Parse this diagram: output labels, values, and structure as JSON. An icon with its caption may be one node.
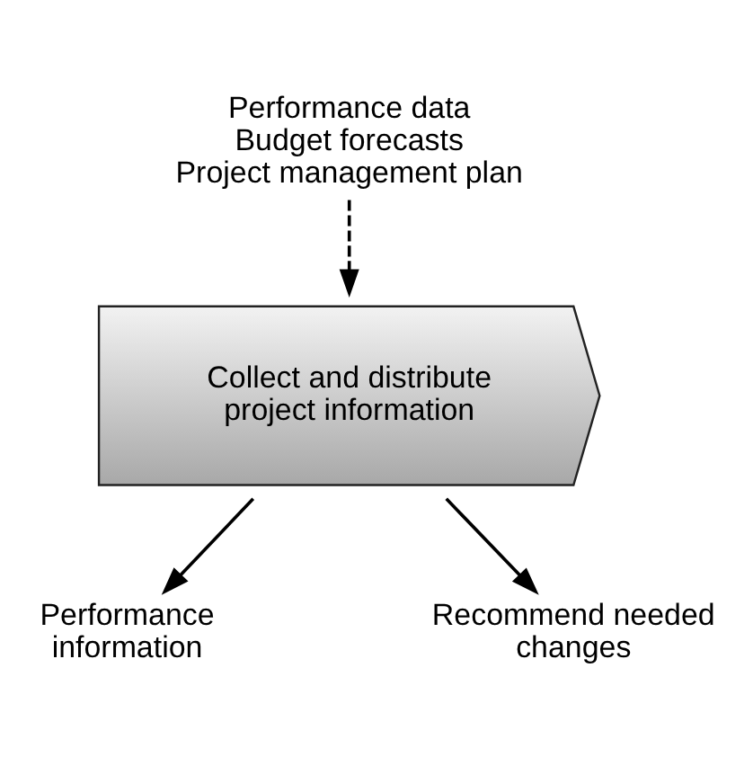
{
  "diagram": {
    "nodes": [
      {
        "text": [
          "Performance data",
          "Budget forecasts",
          "Project management plan"
        ]
      },
      {
        "text": [
          "Collect and distribute project information"
        ]
      },
      {
        "text": [
          "Performance information"
        ]
      },
      {
        "text": [
          "Recommend needed changes"
        ]
      }
    ],
    "edges": [
      {
        "from": 0,
        "to": 1,
        "arrow": "to",
        "style": "dashed"
      },
      {
        "from": 1,
        "to": 2,
        "arrow": "to"
      },
      {
        "from": 1,
        "to": 3,
        "arrow": "to"
      }
    ]
  }
}
